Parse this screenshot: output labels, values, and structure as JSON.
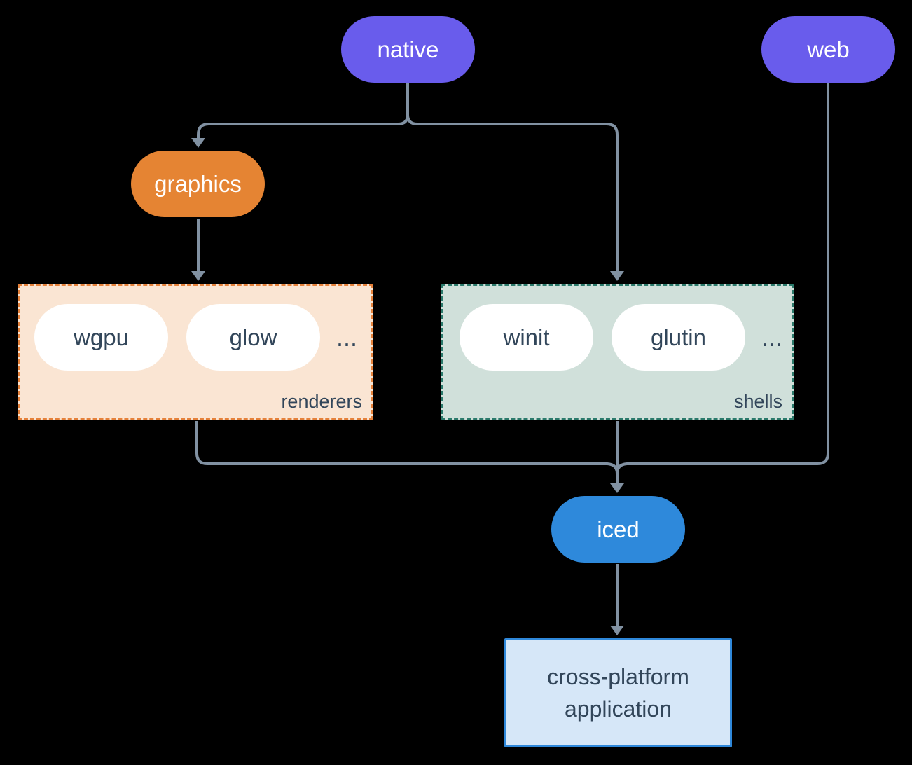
{
  "colors": {
    "background": "#000000",
    "purple": "#695CEC",
    "orange": "#E58433",
    "blue": "#2E89DB",
    "peach_bg": "#FAE5D3",
    "peach_border": "#E5813A",
    "sage_bg": "#D0E0DA",
    "sage_border": "#2B7A6B",
    "app_bg": "#D6E7F8",
    "app_border": "#2F88DA",
    "connector": "#8191A2",
    "dark_text": "#32465A"
  },
  "nodes": {
    "native": {
      "label": "native"
    },
    "web": {
      "label": "web"
    },
    "graphics": {
      "label": "graphics"
    },
    "iced": {
      "label": "iced"
    },
    "application": {
      "lines": [
        "cross-platform",
        "application"
      ]
    }
  },
  "groups": {
    "renderers": {
      "label": "renderers",
      "items": [
        "wgpu",
        "glow"
      ],
      "ellipsis": "..."
    },
    "shells": {
      "label": "shells",
      "items": [
        "winit",
        "glutin"
      ],
      "ellipsis": "..."
    }
  }
}
